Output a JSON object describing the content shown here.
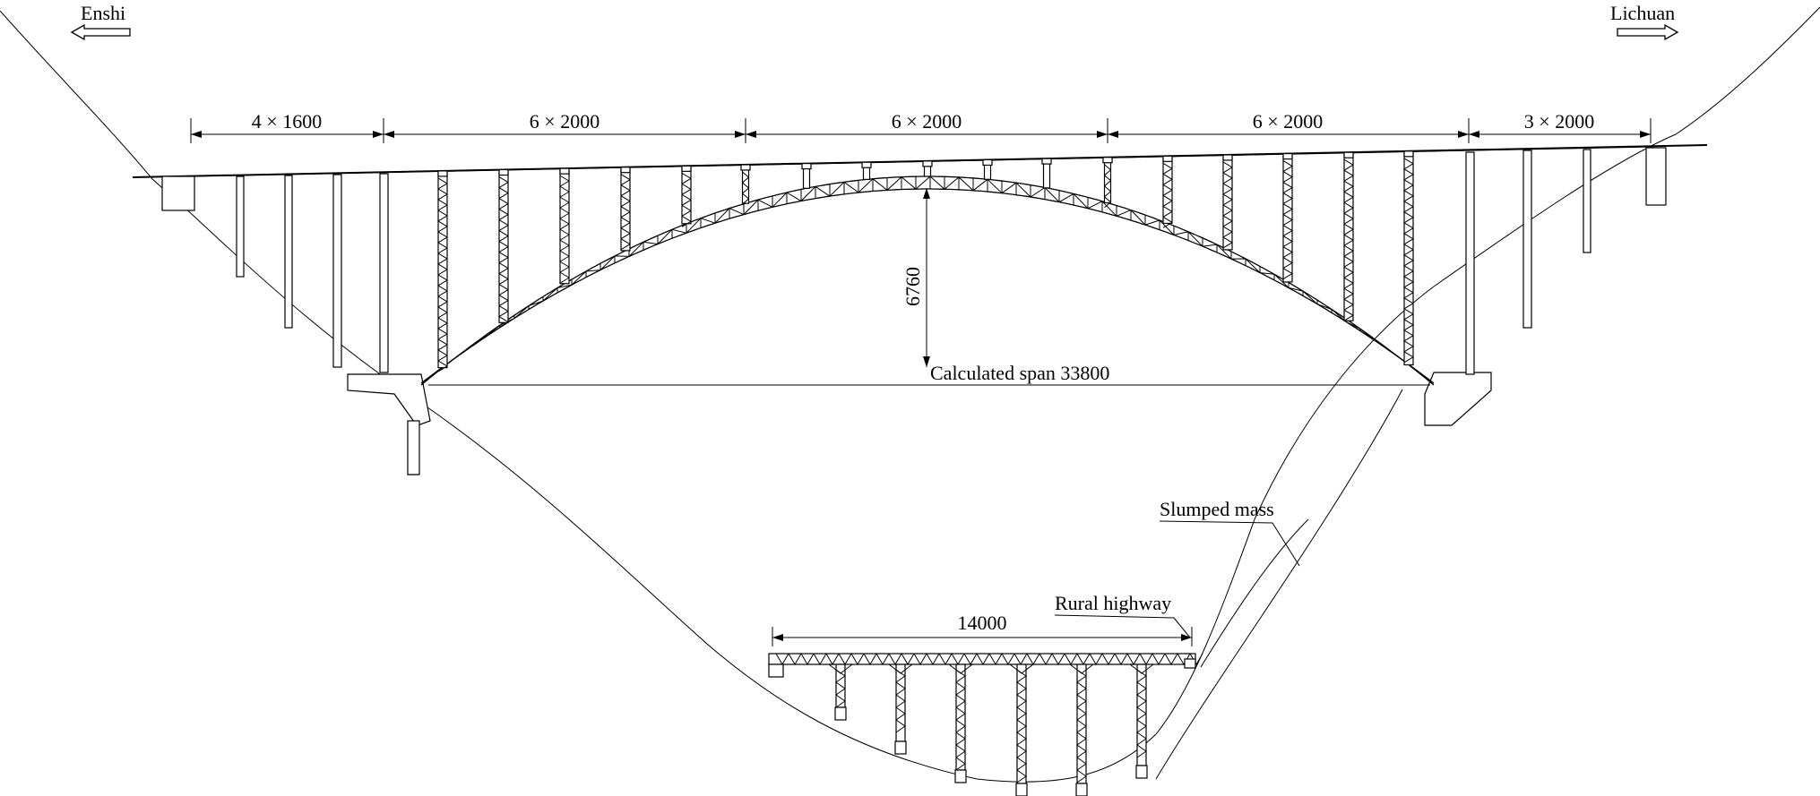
{
  "directions": {
    "left": "Enshi",
    "right": "Lichuan"
  },
  "spans": [
    {
      "label": "4 × 1600"
    },
    {
      "label": "6 × 2000"
    },
    {
      "label": "6 × 2000"
    },
    {
      "label": "6 × 2000"
    },
    {
      "label": "3 × 2000"
    }
  ],
  "arch": {
    "rise_label": "6760",
    "span_label": "Calculated span 33800"
  },
  "annotations": {
    "slumped_mass": "Slumped mass",
    "rural_highway": "Rural highway"
  },
  "lower_bridge": {
    "span_label": "14000"
  }
}
